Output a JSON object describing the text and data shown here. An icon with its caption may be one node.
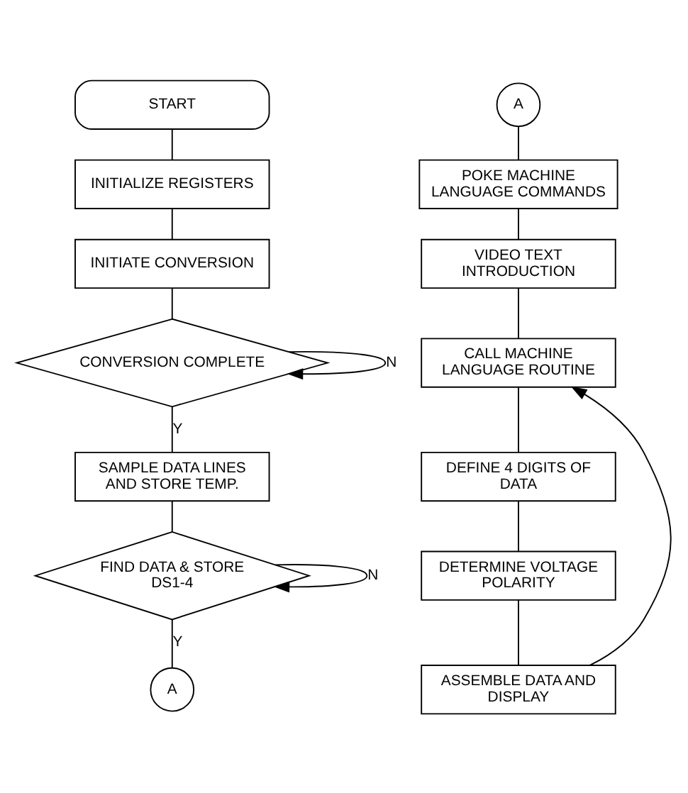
{
  "diagram": {
    "nodes": [
      {
        "text": [
          "START"
        ]
      },
      {
        "text": [
          "INITIALIZE REGISTERS"
        ]
      },
      {
        "text": [
          "INITIATE CONVERSION"
        ]
      },
      {
        "text": [
          "CONVERSION COMPLETE"
        ]
      },
      {
        "text": [
          "SAMPLE DATA LINES AND STORE TEMP."
        ]
      },
      {
        "text": [
          "FIND DATA & STORE DS1-4"
        ]
      },
      {
        "text": [
          "A"
        ]
      },
      {
        "text": [
          "A"
        ]
      },
      {
        "text": [
          "POKE MACHINE LANGUAGE COMMANDS"
        ]
      },
      {
        "text": [
          "VIDEO TEXT INTRODUCTION"
        ]
      },
      {
        "text": [
          "CALL MACHINE LANGUAGE ROUTINE"
        ]
      },
      {
        "text": [
          "DEFINE 4 DIGITS OF DATA"
        ]
      },
      {
        "text": [
          "DETERMINE VOLTAGE POLARITY"
        ]
      },
      {
        "text": [
          "ASSEMBLE DATA AND DISPLAY"
        ]
      }
    ],
    "edges": [
      {
        "from": 0,
        "to": 1,
        "arrow": "none"
      },
      {
        "from": 1,
        "to": 2,
        "arrow": "none"
      },
      {
        "from": 2,
        "to": 3,
        "arrow": "none"
      },
      {
        "from": 3,
        "to": 3,
        "arrow": "to",
        "label": "N"
      },
      {
        "from": 3,
        "to": 4,
        "arrow": "none",
        "label": "Y"
      },
      {
        "from": 4,
        "to": 5,
        "arrow": "none"
      },
      {
        "from": 5,
        "to": 5,
        "arrow": "to",
        "label": "N"
      },
      {
        "from": 5,
        "to": 6,
        "arrow": "none",
        "label": "Y"
      },
      {
        "from": 7,
        "to": 8,
        "arrow": "none"
      },
      {
        "from": 8,
        "to": 9,
        "arrow": "none"
      },
      {
        "from": 9,
        "to": 10,
        "arrow": "none"
      },
      {
        "from": 10,
        "to": 11,
        "arrow": "none"
      },
      {
        "from": 11,
        "to": 12,
        "arrow": "none"
      },
      {
        "from": 12,
        "to": 13,
        "arrow": "none"
      },
      {
        "from": 13,
        "to": 10,
        "arrow": "to"
      }
    ]
  }
}
